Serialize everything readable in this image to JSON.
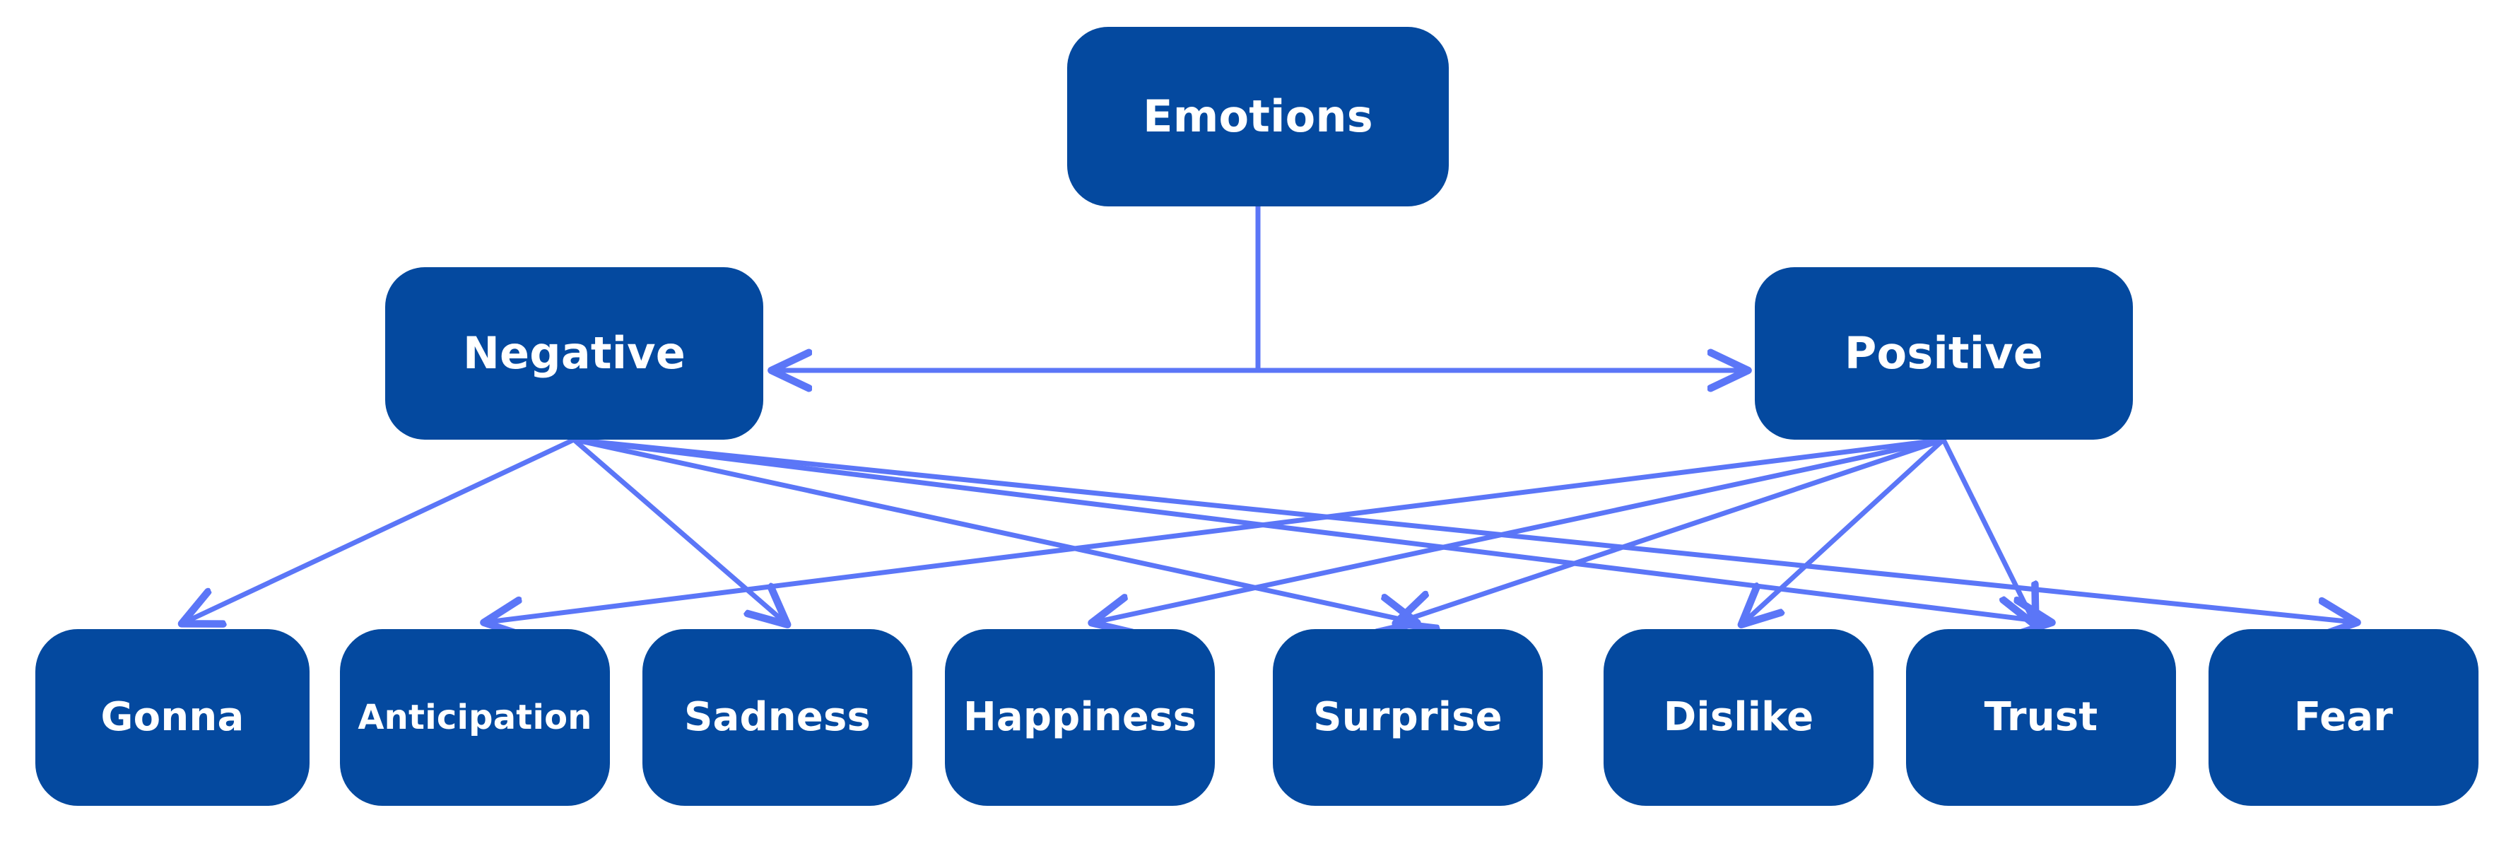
{
  "diagram": {
    "title": "Emotions taxonomy tree diagram",
    "colors": {
      "node_fill": "#04499f",
      "node_text": "#ffffff",
      "edge": "#5b76f7",
      "background": "#ffffff"
    },
    "root": {
      "id": "emotions",
      "label": "Emotions"
    },
    "level2": [
      {
        "id": "negative",
        "label": "Negative"
      },
      {
        "id": "positive",
        "label": "Positive"
      }
    ],
    "leaves": [
      {
        "id": "gonna",
        "label": "Gonna"
      },
      {
        "id": "anticipation",
        "label": "Anticipation"
      },
      {
        "id": "sadness",
        "label": "Sadness"
      },
      {
        "id": "happiness",
        "label": "Happiness"
      },
      {
        "id": "surprise",
        "label": "Surprise"
      },
      {
        "id": "dislike",
        "label": "Dislike"
      },
      {
        "id": "trust",
        "label": "Trust"
      },
      {
        "id": "fear",
        "label": "Fear"
      }
    ],
    "edges": [
      {
        "from": "emotions",
        "to": "negative",
        "arrow": "to"
      },
      {
        "from": "emotions",
        "to": "positive",
        "arrow": "to"
      },
      {
        "from": "negative",
        "to": "gonna",
        "arrow": "to"
      },
      {
        "from": "negative",
        "to": "sadness",
        "arrow": "to"
      },
      {
        "from": "negative",
        "to": "surprise",
        "arrow": "to"
      },
      {
        "from": "negative",
        "to": "trust",
        "arrow": "to"
      },
      {
        "from": "negative",
        "to": "fear",
        "arrow": "to"
      },
      {
        "from": "positive",
        "to": "anticipation",
        "arrow": "to"
      },
      {
        "from": "positive",
        "to": "happiness",
        "arrow": "to"
      },
      {
        "from": "positive",
        "to": "surprise",
        "arrow": "to"
      },
      {
        "from": "positive",
        "to": "dislike",
        "arrow": "to"
      },
      {
        "from": "positive",
        "to": "trust",
        "arrow": "to"
      }
    ]
  }
}
